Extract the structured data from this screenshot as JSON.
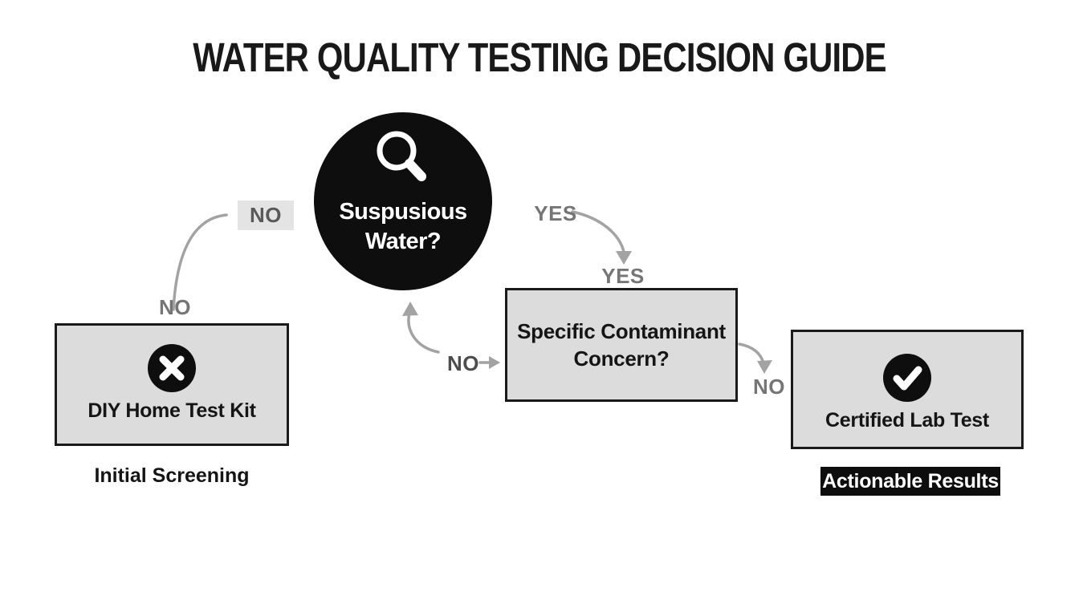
{
  "title": "WATER QUALITY TESTING DECISION GUIDE",
  "nodes": {
    "start": {
      "line1": "Suspusious",
      "line2": "Water?",
      "icon": "magnifier"
    },
    "diy": {
      "label": "DIY Home Test Kit",
      "caption": "Initial Screening",
      "icon": "x-circle"
    },
    "contaminant": {
      "line1": "Specific Contaminant",
      "line2": "Concern?"
    },
    "lab": {
      "label": "Certified Lab Test",
      "badge": "Actionable Results",
      "icon": "check-circle"
    }
  },
  "labels": {
    "no_boxed": "NO",
    "no_left": "NO",
    "yes_upper": "YES",
    "yes_lower": "YES",
    "no_mid": "NO",
    "no_right": "NO"
  },
  "colors": {
    "bg": "#ffffff",
    "ink": "#191919",
    "node-fill": "#dcdcdc",
    "node-border": "#1a1a1a",
    "circle-fill": "#0e0e0e",
    "label-gray": "#757575",
    "label-dark-gray": "#4d4d4d",
    "arrow": "#a3a3a3",
    "no-box-bg": "#e4e4e4",
    "badge-bg": "#0d0d0d",
    "badge-text": "#ffffff"
  }
}
